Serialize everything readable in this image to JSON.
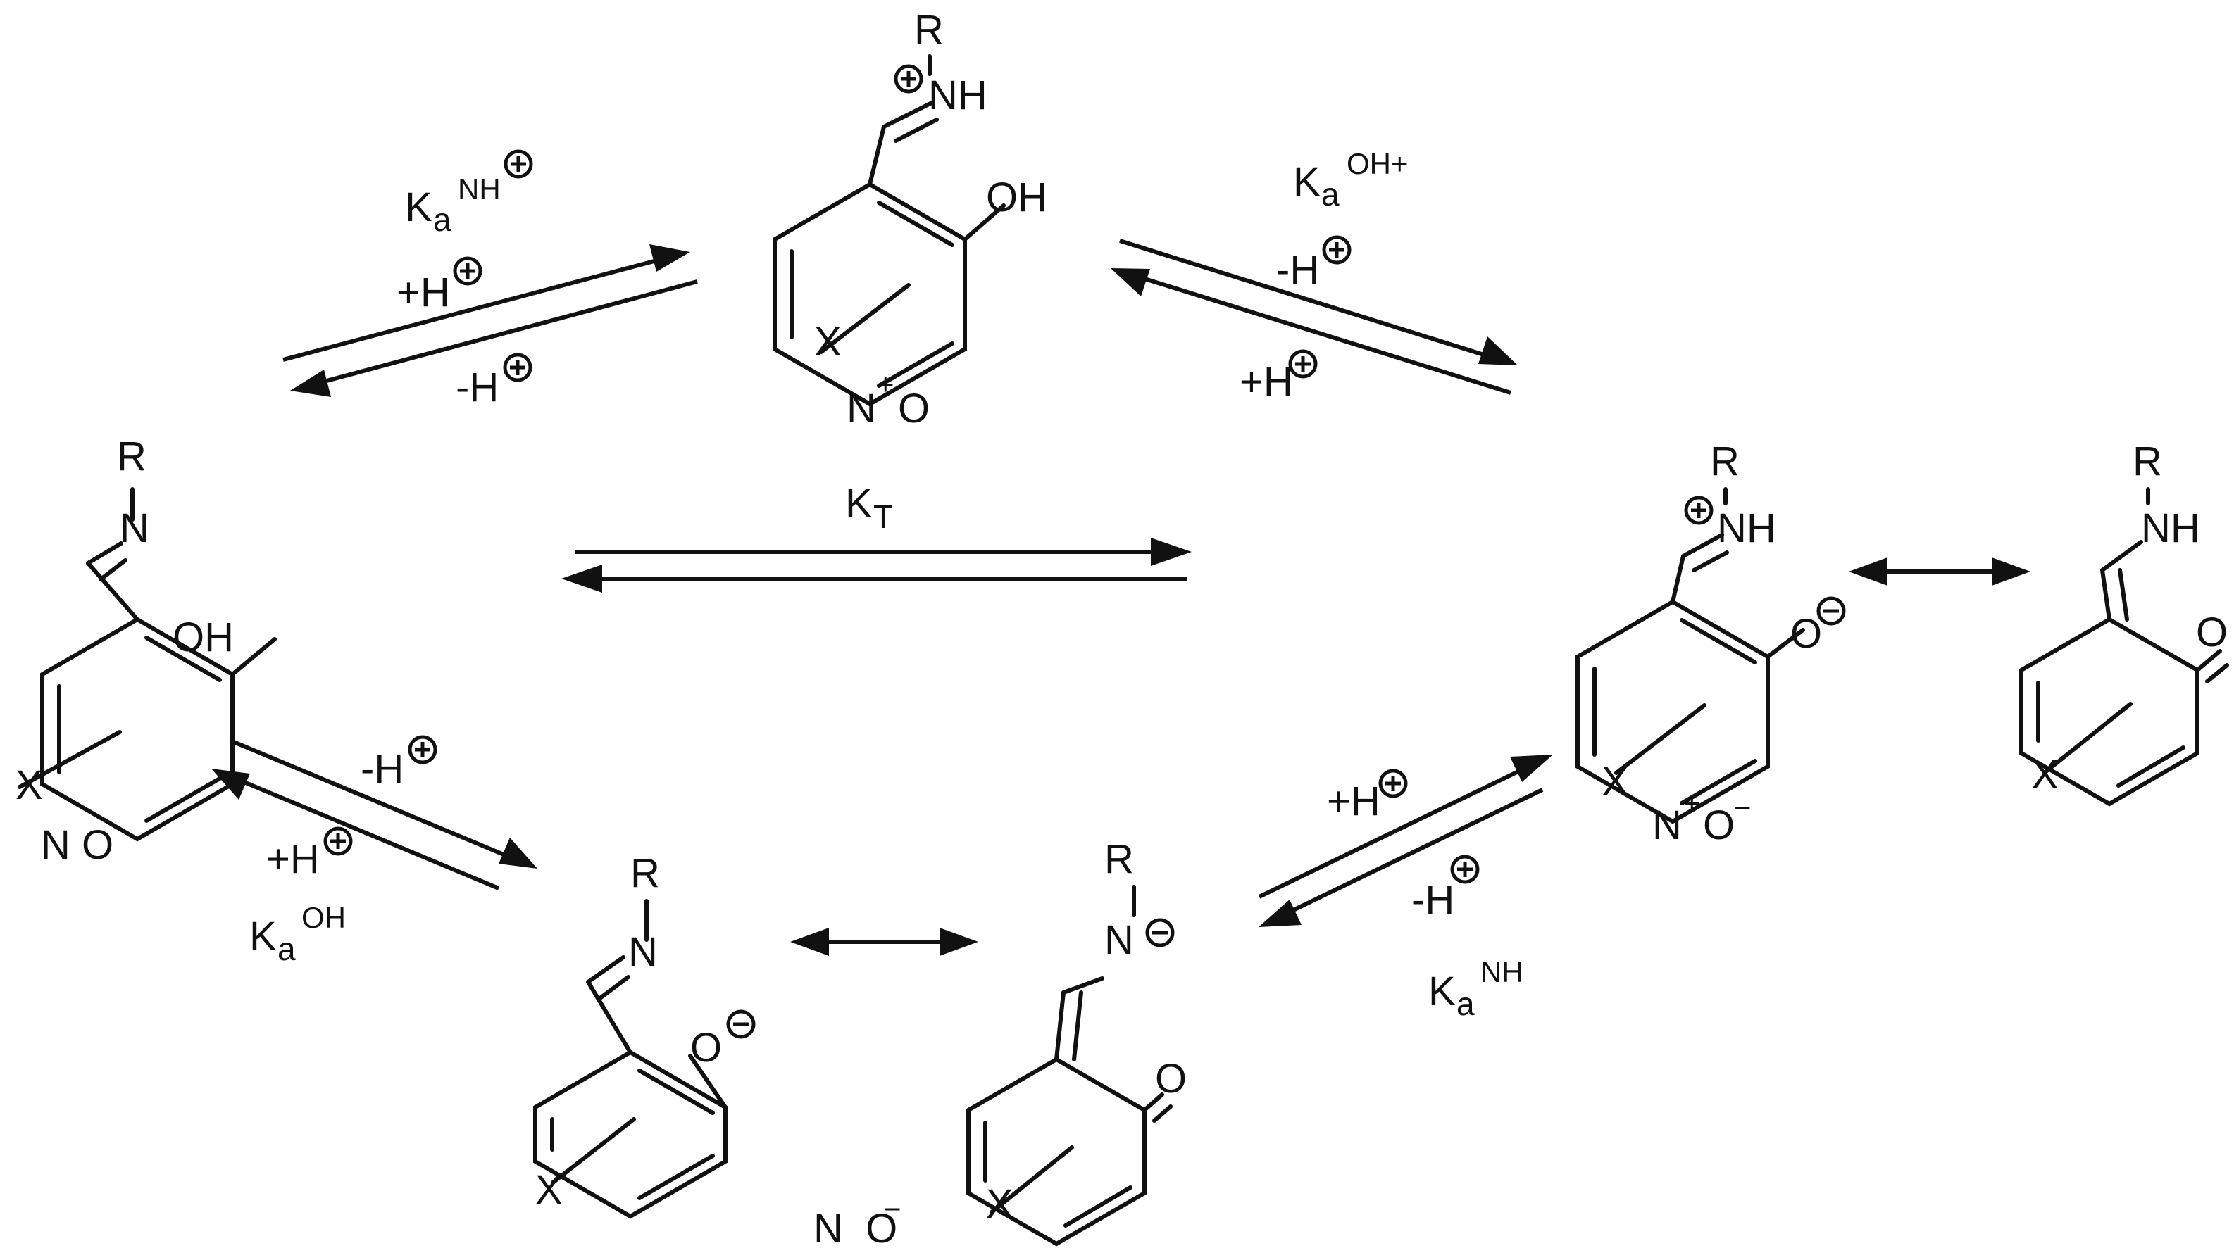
{
  "equilibria": {
    "top_left": {
      "constant_main": "K",
      "constant_sub": "a",
      "constant_sup": "NH",
      "forward": "+H",
      "reverse": "-H"
    },
    "top_right": {
      "constant_main": "K",
      "constant_sub": "a",
      "constant_sup": "OH+",
      "forward": "-H",
      "reverse": "+H"
    },
    "tautomer": {
      "constant_main": "K",
      "constant_sub": "T"
    },
    "bottom_left": {
      "forward": "-H",
      "reverse": "+H",
      "constant_main": "K",
      "constant_sub": "a",
      "constant_sup": "OH"
    },
    "bottom_right": {
      "forward": "+H",
      "reverse": "-H",
      "constant_main": "K",
      "constant_sub": "a",
      "constant_sup": "NH"
    }
  },
  "species": {
    "neutral_enol": {
      "label": "N O",
      "R": "R",
      "N": "N",
      "OH": "OH",
      "X": "X"
    },
    "cation": {
      "label_main": "N",
      "label_sup": "+",
      "label_end": "O",
      "R": "R",
      "NH": "NH",
      "OH": "OH",
      "X": "X"
    },
    "zwitterion": {
      "label_main": "N",
      "label_sup": "+",
      "label_end": "O",
      "label_end_sup": "−",
      "R": "R",
      "NH": "NH",
      "O": "O",
      "X": "X"
    },
    "keto_form": {
      "R": "R",
      "NH": "NH",
      "O": "O",
      "X": "X"
    },
    "phenolate": {
      "R": "R",
      "N": "N",
      "O": "O",
      "X": "X"
    },
    "keto_anion": {
      "label_main": "N  O",
      "label_sup": "−",
      "R": "R",
      "N": "N",
      "O": "O",
      "X": "X"
    }
  }
}
